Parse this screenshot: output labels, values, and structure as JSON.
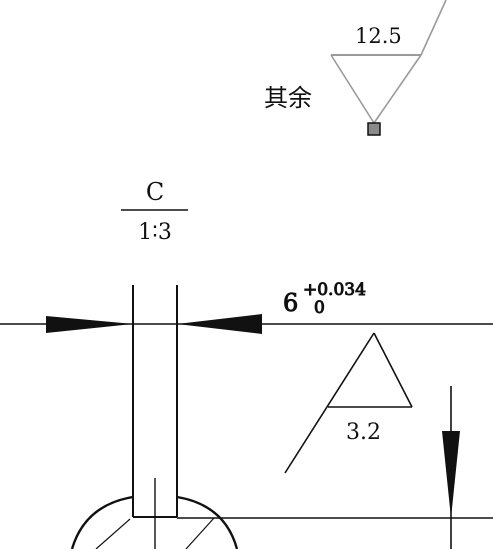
{
  "roughness_general": {
    "value": "12.5",
    "label": "其余"
  },
  "section_view": {
    "name": "C",
    "scale": "1∶3"
  },
  "dimension": {
    "nominal": "6",
    "upper_tolerance": "+0.034",
    "lower_tolerance": "0"
  },
  "roughness_surface": {
    "value": "3.2"
  },
  "colors": {
    "line": "#111111",
    "gray_line": "#9a9a9a",
    "marker_fill": "#8a8a8a"
  }
}
